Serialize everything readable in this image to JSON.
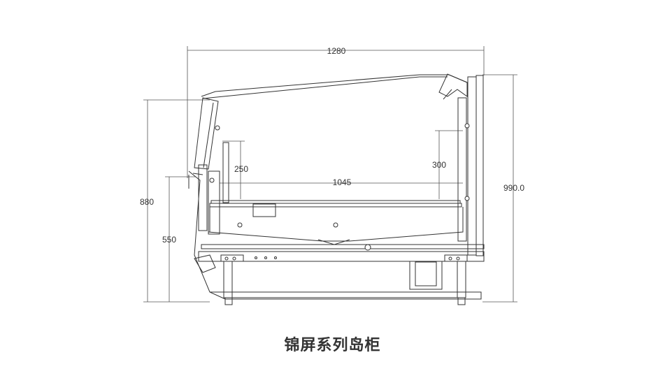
{
  "caption": "锦屏系列岛柜",
  "dimensions": {
    "total_width": "1280",
    "inner_width": "1045",
    "left_height": "880",
    "right_height": "990.0",
    "shelf_front": "550",
    "front_wall": "250",
    "back_wall": "300"
  },
  "colors": {
    "line": "#333333",
    "dim_line": "#555555",
    "text": "#333333"
  }
}
